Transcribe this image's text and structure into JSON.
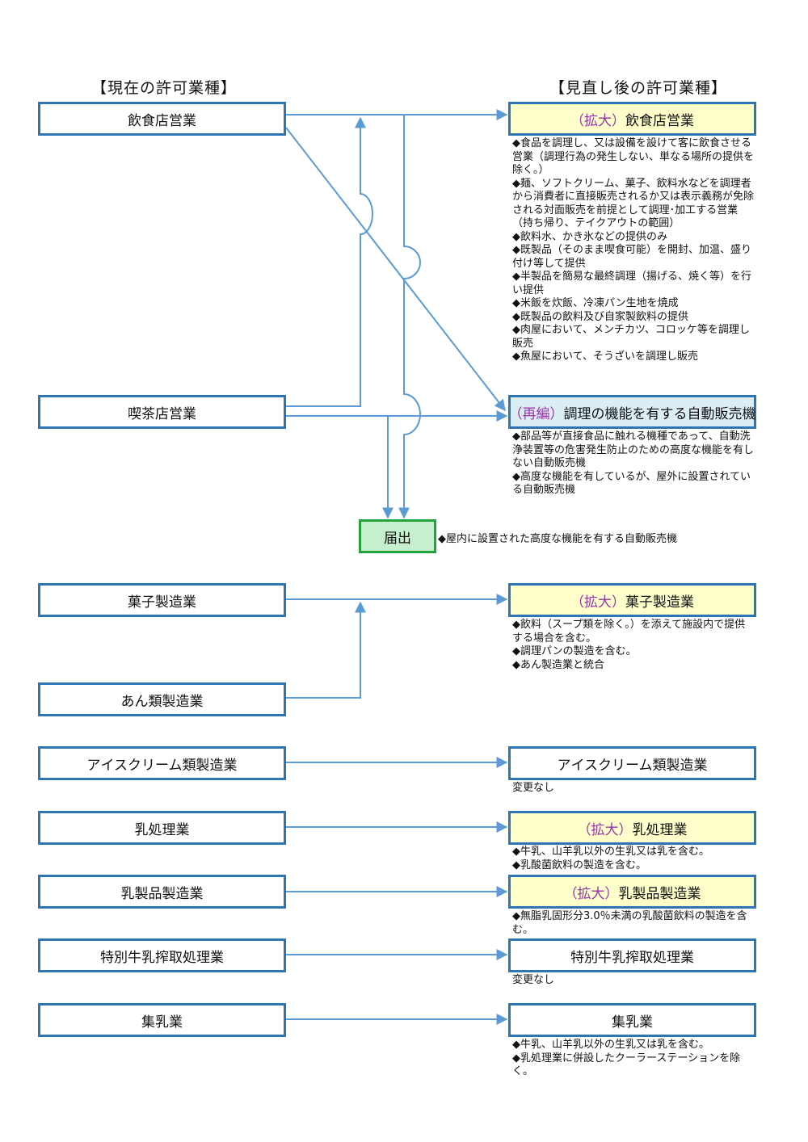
{
  "headers": {
    "current": "【現在の許可業種】",
    "revised": "【見直し後の許可業種】"
  },
  "current": {
    "inshokuten": "飲食店営業",
    "kissaten": "喫茶店営業",
    "kashi": "菓子製造業",
    "an": "あん類製造業",
    "ice": "アイスクリーム類製造業",
    "nyushori": "乳処理業",
    "nyuseihin": "乳製品製造業",
    "tokubetsu": "特別牛乳搾取処理業",
    "shunyu": "集乳業"
  },
  "revised": {
    "inshokuten": {
      "tag": "（拡大）",
      "name": "飲食店営業"
    },
    "jihanki": {
      "tag": "（再編）",
      "name": "調理の機能を有する自動販売機"
    },
    "kashi": {
      "tag": "（拡大）",
      "name": "菓子製造業"
    },
    "ice": {
      "name": "アイスクリーム類製造業"
    },
    "nyushori": {
      "tag": "（拡大）",
      "name": "乳処理業"
    },
    "nyuseihin": {
      "tag": "（拡大）",
      "name": "乳製品製造業"
    },
    "tokubetsu": {
      "name": "特別牛乳搾取処理業"
    },
    "shunyu": {
      "name": "集乳業"
    }
  },
  "todokede": {
    "label": "届出",
    "note": "◆屋内に設置された高度な機能を有する自動販売機"
  },
  "notes": {
    "inshokuten": [
      "◆食品を調理し、又は設備を設けて客に飲食させる営業（調理行為の発生しない、単なる場所の提供を除く。）",
      "◆麺、ソフトクリーム、菓子、飲料水などを調理者から消費者に直接販売されるか又は表示義務が免除される対面販売を前提として調理･加工する営業（持ち帰り、テイクアウトの範囲）",
      "◆飲料水、かき氷などの提供のみ",
      "◆既製品（そのまま喫食可能）を開封、加温、盛り付け等して提供",
      "◆半製品を簡易な最終調理（揚げる、焼く等）を行い提供",
      "◆米飯を炊飯、冷凍パン生地を焼成",
      "◆既製品の飲料及び自家製飲料の提供",
      "◆肉屋において、メンチカツ、コロッケ等を調理し販売",
      "◆魚屋において、そうざいを調理し販売"
    ],
    "jihanki": [
      "◆部品等が直接食品に触れる機種であって、自動洗浄装置等の危害発生防止のための高度な機能を有しない自動販売機",
      "◆高度な機能を有しているが、屋外に設置されている自動販売機"
    ],
    "kashi": [
      "◆飲料（スープ類を除く。）を添えて施設内で提供する場合を含む。",
      "◆調理パンの製造を含む。",
      "◆あん製造業と統合"
    ],
    "ice": [
      "変更なし"
    ],
    "nyushori": [
      "◆牛乳、山羊乳以外の生乳又は乳を含む。",
      "◆乳酸菌飲料の製造を含む。"
    ],
    "nyuseihin": [
      "◆無脂乳固形分3.0％未満の乳酸菌飲料の製造を含む。"
    ],
    "tokubetsu": [
      "変更なし"
    ],
    "shunyu": [
      "◆牛乳、山羊乳以外の生乳又は乳を含む。",
      "◆乳処理業に併設したクーラーステーションを除く。"
    ]
  },
  "colors": {
    "box_border": "#2e75b6",
    "arrow": "#5b9bd5",
    "expanded_fill": "#ffffcc",
    "reorganized_fill": "#dbeef4",
    "notification_fill": "#c6efce",
    "notification_border": "#22a33c",
    "tag_text": "#9933aa"
  }
}
